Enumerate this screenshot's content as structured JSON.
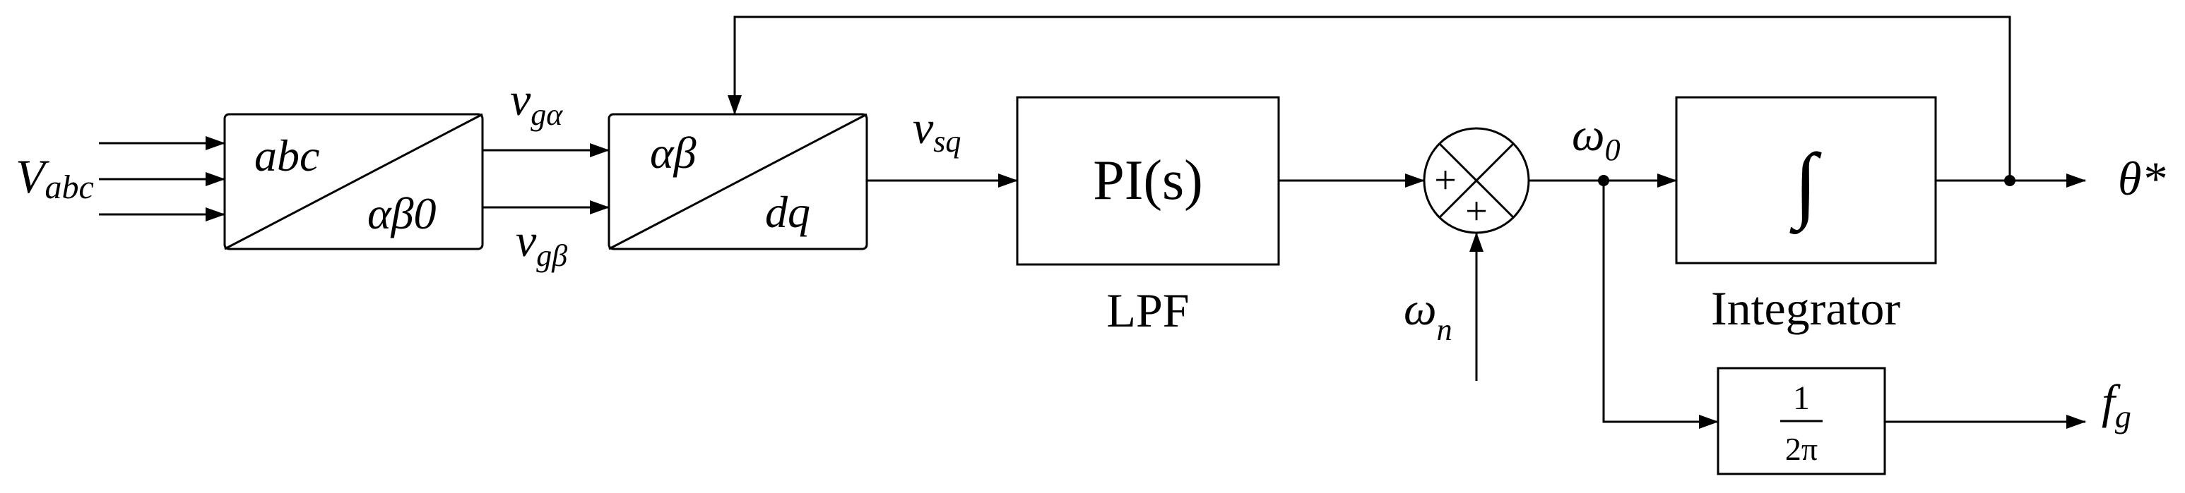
{
  "diagram": {
    "input_label": {
      "main": "V",
      "sub": "abc"
    },
    "clarke_block": {
      "top": "abc",
      "bottom": "αβ0"
    },
    "park_block": {
      "top": "αβ",
      "bottom": "dq"
    },
    "v_alpha": {
      "main": "v",
      "sub": "gα"
    },
    "v_beta": {
      "main": "v",
      "sub": "gβ"
    },
    "v_sq": {
      "main": "v",
      "sub": "sq"
    },
    "pi_block": {
      "text": "PI(s)",
      "caption": "LPF"
    },
    "sum_junction": {
      "sign_left": "+",
      "sign_bottom": "+"
    },
    "omega_n": {
      "main": "ω",
      "sub": "n"
    },
    "omega_0": {
      "main": "ω",
      "sub": "0"
    },
    "integrator_block": {
      "symbol": "∫",
      "caption": "Integrator"
    },
    "theta_output": "θ*",
    "gain_block": {
      "numerator": "1",
      "denominator": "2π"
    },
    "freq_output": {
      "main": "f",
      "sub": "g"
    }
  }
}
